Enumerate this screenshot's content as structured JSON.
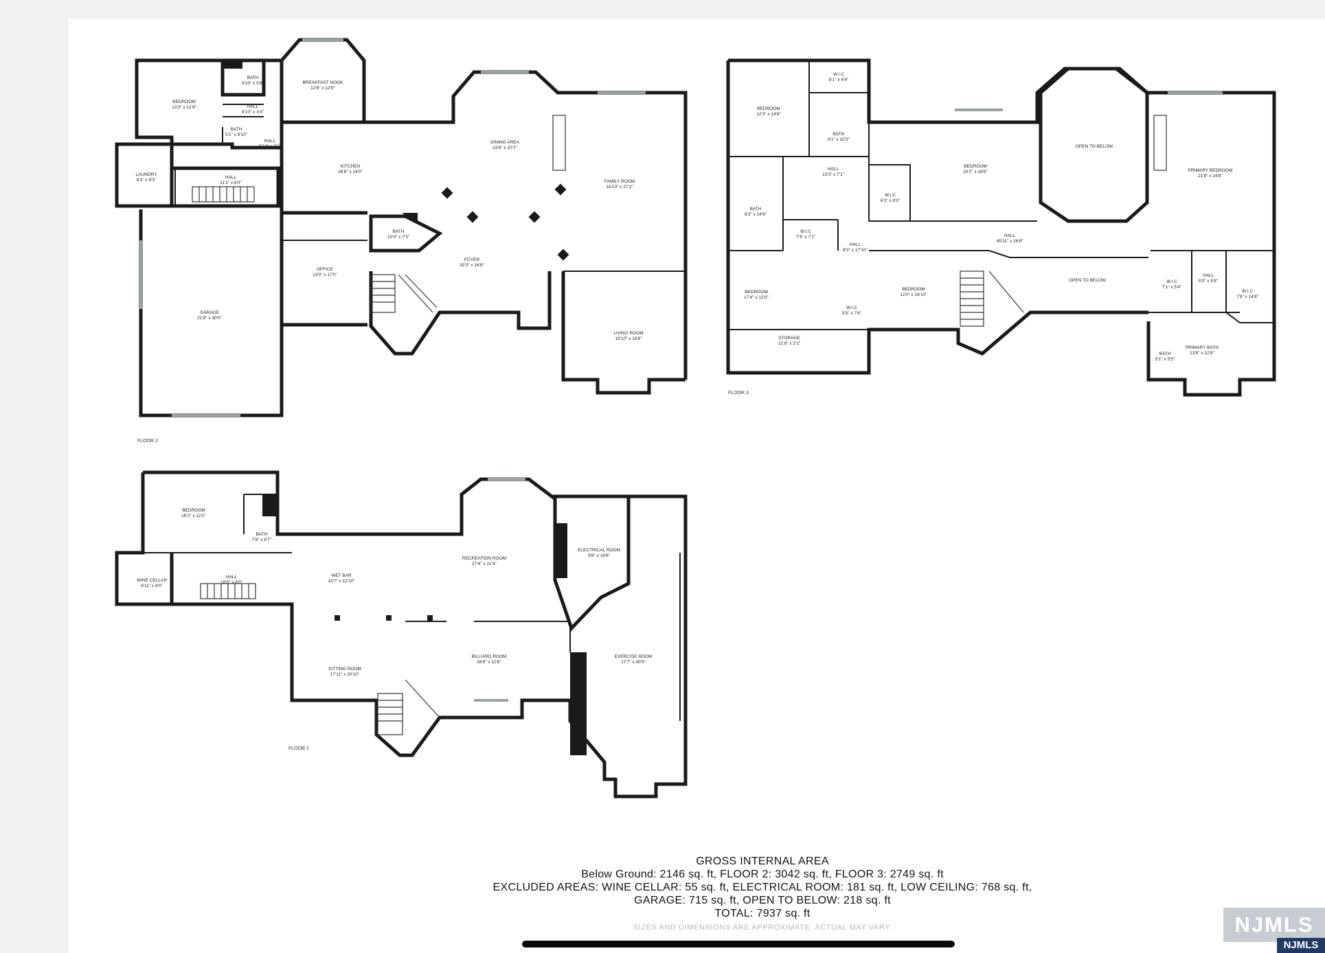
{
  "floors": {
    "floor2": {
      "label": "FLOOR 2",
      "rooms": [
        {
          "name": "BEDROOM",
          "dims": "13'3\" x 12'9\""
        },
        {
          "name": "BATH",
          "dims": "8'10\" x 5'8\""
        },
        {
          "name": "HALL",
          "dims": "8'10\" x 3'4\""
        },
        {
          "name": "BATH",
          "dims": "5'1\" x 8'10\""
        },
        {
          "name": "HALL",
          "dims": "5'10\" x 7'1\""
        },
        {
          "name": "BREAKFAST NOOK",
          "dims": "12'6\" x 12'6\""
        },
        {
          "name": "KITCHEN",
          "dims": "26'8\" x 14'0\""
        },
        {
          "name": "DINING AREA",
          "dims": "23'8\" x 20'7\""
        },
        {
          "name": "FAMILY ROOM",
          "dims": "18'10\" x 27'2\""
        },
        {
          "name": "LAUNDRY",
          "dims": "8'3\" x 9'3\""
        },
        {
          "name": "HALL",
          "dims": "11'1\" x 6'0\""
        },
        {
          "name": "BATH",
          "dims": "10'0\" x 7'3\""
        },
        {
          "name": "OFFICE",
          "dims": "13'0\" x 17'0\""
        },
        {
          "name": "FOYER",
          "dims": "30'3\" x 16'8\""
        },
        {
          "name": "GARAGE",
          "dims": "21'8\" x 30'0\""
        },
        {
          "name": "LIVING ROOM",
          "dims": "18'10\" x 16'6\""
        }
      ]
    },
    "floor3": {
      "label": "FLOOR 3",
      "rooms": [
        {
          "name": "W.I.C",
          "dims": "8'1\" x 4'4\""
        },
        {
          "name": "BEDROOM",
          "dims": "12'3\" x 14'8\""
        },
        {
          "name": "BATH",
          "dims": "8'1\" x 10'3\""
        },
        {
          "name": "HALL",
          "dims": "13'3\" x 7'1\""
        },
        {
          "name": "W.I.C",
          "dims": "6'3\" x 8'3\""
        },
        {
          "name": "BEDROOM",
          "dims": "20'2\" x 16'6\""
        },
        {
          "name": "OPEN TO BELOW",
          "dims": ""
        },
        {
          "name": "PRIMARY BEDROOM",
          "dims": "21'8\" x 24'8\""
        },
        {
          "name": "BATH",
          "dims": "8'3\" x 14'8\""
        },
        {
          "name": "W.I.C",
          "dims": "7'3\" x 7'1\""
        },
        {
          "name": "HALL",
          "dims": "8'3\" x 17'10\""
        },
        {
          "name": "HALL",
          "dims": "45'11\" x 16'8\""
        },
        {
          "name": "BEDROOM",
          "dims": "17'4\" x 12'0\""
        },
        {
          "name": "W.I.C",
          "dims": "5'5\" x 7'6\""
        },
        {
          "name": "BEDROOM",
          "dims": "12'0\" x 16'10\""
        },
        {
          "name": "OPEN TO BELOW",
          "dims": ""
        },
        {
          "name": "W.I.C",
          "dims": "7'1\" x 5'4\""
        },
        {
          "name": "HALL",
          "dims": "5'0\" x 5'8\""
        },
        {
          "name": "W.I.C",
          "dims": "7'8\" x 14'8\""
        },
        {
          "name": "STORAGE",
          "dims": "21'8\" x 2'1\""
        },
        {
          "name": "BATH",
          "dims": "5'1\" x 5'5\""
        },
        {
          "name": "PRIMARY BATH",
          "dims": "13'8\" x 12'8\""
        }
      ]
    },
    "floor1": {
      "label": "FLOOR 1",
      "rooms": [
        {
          "name": "BEDROOM",
          "dims": "16'2\" x 12'2\""
        },
        {
          "name": "BATH",
          "dims": "7'8\" x 8'7\""
        },
        {
          "name": "WINE CELLAR",
          "dims": "6'11\" x 8'0\""
        },
        {
          "name": "HALL",
          "dims": "18'0\" x 6'0\""
        },
        {
          "name": "WET BAR",
          "dims": "10'7\" x 12'10\""
        },
        {
          "name": "RECREATION ROOM",
          "dims": "27'4\" x 21'4\""
        },
        {
          "name": "ELECTRICAL ROOM",
          "dims": "9'8\" x 18'6\""
        },
        {
          "name": "SITTING ROOM",
          "dims": "17'11\" x 20'10\""
        },
        {
          "name": "BILLIARD ROOM",
          "dims": "26'8\" x 12'8\""
        },
        {
          "name": "EXERCISE ROOM",
          "dims": "17'7\" x 40'0\""
        }
      ]
    }
  },
  "summary": {
    "title": "GROSS INTERNAL AREA",
    "line1": "Below Ground: 2146 sq. ft, FLOOR 2: 3042 sq. ft, FLOOR 3: 2749 sq. ft",
    "line2": "EXCLUDED AREAS: WINE CELLAR: 55 sq. ft, ELECTRICAL ROOM: 181 sq. ft, LOW CEILING: 768 sq. ft,",
    "line3": "GARAGE: 715 sq. ft, OPEN TO BELOW: 218 sq. ft",
    "line4": "TOTAL: 7937 sq. ft",
    "note": "SIZES AND DIMENSIONS ARE APPROXIMATE, ACTUAL MAY VARY."
  },
  "logo": {
    "main": "NJMLS",
    "sub": "NJMLS"
  }
}
